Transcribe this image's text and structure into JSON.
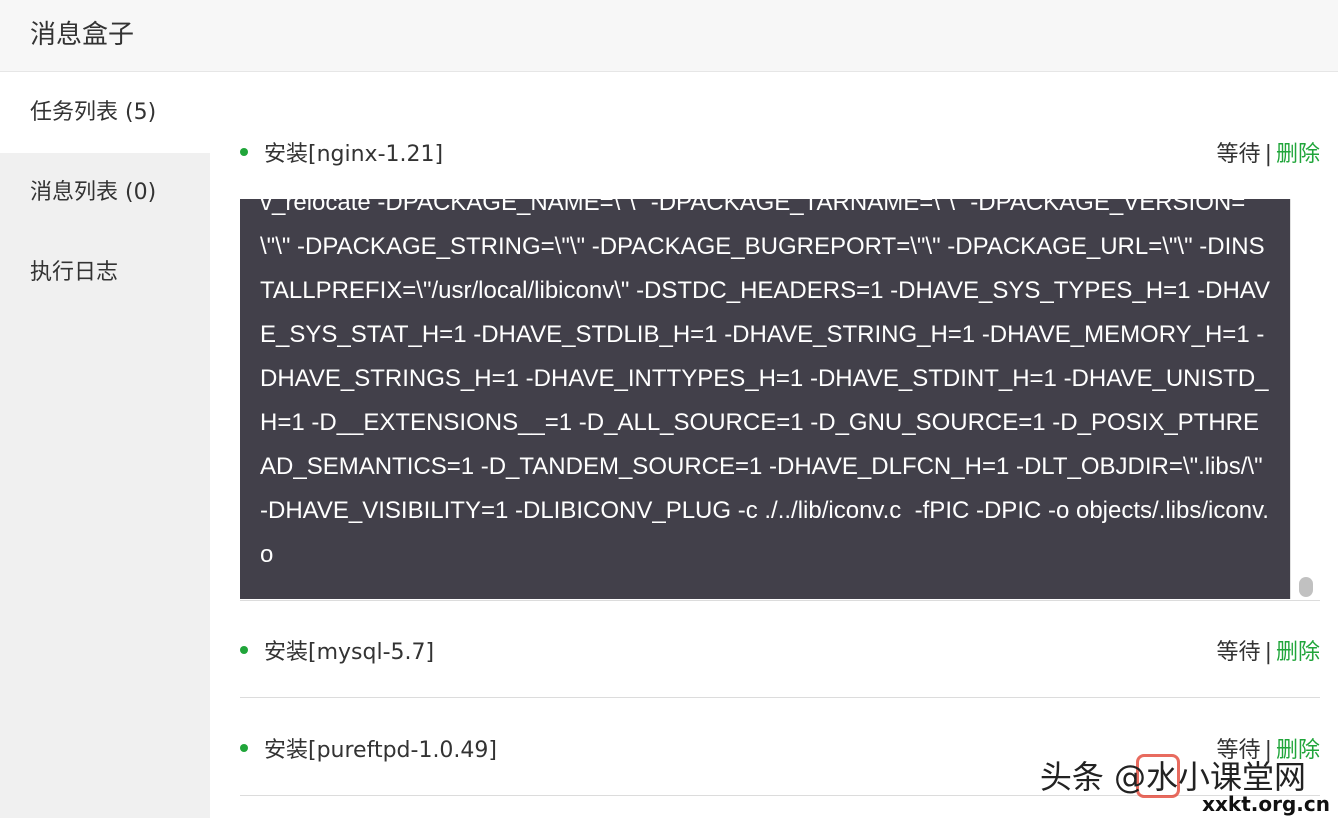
{
  "window": {
    "title": "消息盒子"
  },
  "sidebar": {
    "items": [
      {
        "label": "任务列表 (5)",
        "active": true
      },
      {
        "label": "消息列表 (0)",
        "active": false
      },
      {
        "label": "执行日志",
        "active": false
      }
    ]
  },
  "tasks": [
    {
      "name": "安装[nginx-1.21]",
      "status": "等待",
      "separator": "|",
      "delete_label": "删除"
    },
    {
      "name": "安装[mysql-5.7]",
      "status": "等待",
      "separator": "|",
      "delete_label": "删除"
    },
    {
      "name": "安装[pureftpd-1.0.49]",
      "status": "等待",
      "separator": "|",
      "delete_label": "删除"
    }
  ],
  "console": {
    "log_text": "v_relocate -DPACKAGE_NAME=\\\"\\\" -DPACKAGE_TARNAME=\\\"\\\" -DPACKAGE_VERSION=\\\"\\\" -DPACKAGE_STRING=\\\"\\\" -DPACKAGE_BUGREPORT=\\\"\\\" -DPACKAGE_URL=\\\"\\\" -DINSTALLPREFIX=\\\"/usr/local/libiconv\\\" -DSTDC_HEADERS=1 -DHAVE_SYS_TYPES_H=1 -DHAVE_SYS_STAT_H=1 -DHAVE_STDLIB_H=1 -DHAVE_STRING_H=1 -DHAVE_MEMORY_H=1 -DHAVE_STRINGS_H=1 -DHAVE_INTTYPES_H=1 -DHAVE_STDINT_H=1 -DHAVE_UNISTD_H=1 -D__EXTENSIONS__=1 -D_ALL_SOURCE=1 -D_GNU_SOURCE=1 -D_POSIX_PTHREAD_SEMANTICS=1 -D_TANDEM_SOURCE=1 -DHAVE_DLFCN_H=1 -DLT_OBJDIR=\\\".libs/\\\" -DHAVE_VISIBILITY=1 -DLIBICONV_PLUG -c ./../lib/iconv.c  -fPIC -DPIC -o objects/.libs/iconv.o"
  },
  "watermark": {
    "main": "头条 @水小课堂网",
    "sub": "xxkt.org.cn"
  },
  "colors": {
    "accent": "#20a53a",
    "console_bg": "#42404a",
    "sidebar_bg": "#f0f0f0"
  }
}
